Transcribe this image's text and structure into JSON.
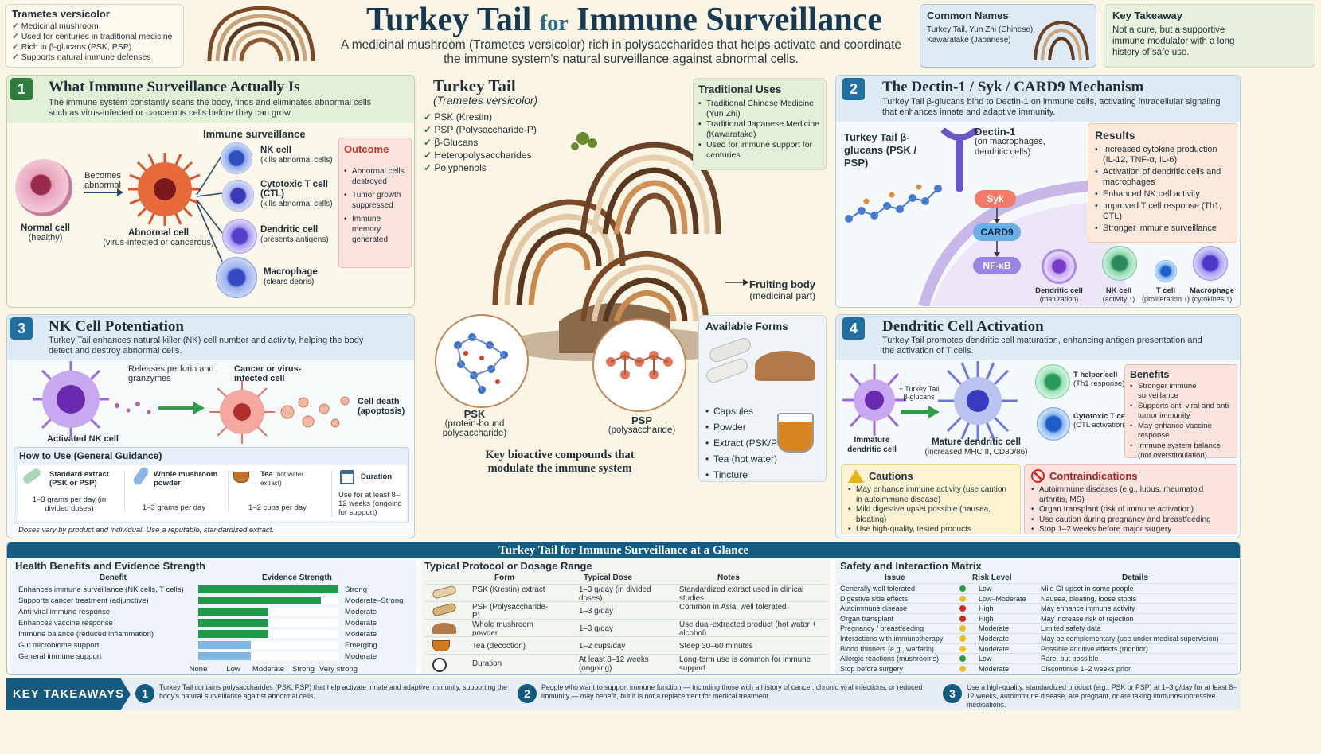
{
  "header": {
    "title_a": "Turkey Tail",
    "title_for": "for",
    "title_b": "Immune Surveillance",
    "subtitle_1": "A medicinal mushroom (Trametes versicolor) rich in polysaccharides that helps activate and coordinate",
    "subtitle_2": "the immune system's natural surveillance against abnormal cells."
  },
  "intro_card": {
    "title": "Trametes versicolor",
    "items": [
      "Medicinal mushroom",
      "Used for centuries in traditional medicine",
      "Rich in β-glucans (PSK, PSP)",
      "Supports natural immune defenses"
    ]
  },
  "common_names": {
    "title": "Common Names",
    "lines": [
      "Turkey Tail, Yun Zhi (Chinese),",
      "Kawaratake (Japanese)"
    ]
  },
  "key_takeaway_card": {
    "title": "Key Takeaway",
    "text": "Not a cure, but a supportive immune modulator with a long history of safe use."
  },
  "section1": {
    "num": "1",
    "title": "What Immune Surveillance Actually Is",
    "desc": "The immune system constantly scans the body, finds and eliminates abnormal cells such as virus-infected or cancerous cells before they can grow.",
    "surveillance_label": "Immune surveillance",
    "normal_cell": "Normal cell",
    "normal_sub": "(healthy)",
    "becomes": "Becomes abnormal",
    "abnormal_cell": "Abnormal cell",
    "abnormal_sub": "(virus-infected or cancerous)",
    "cells": [
      {
        "name": "NK cell",
        "sub": "(kills abnormal cells)"
      },
      {
        "name": "Cytotoxic T cell (CTL)",
        "sub": "(kills abnormal cells)"
      },
      {
        "name": "Dendritic cell",
        "sub": "(presents antigens)"
      },
      {
        "name": "Macrophage",
        "sub": "(clears debris)"
      }
    ],
    "outcome_title": "Outcome",
    "outcomes": [
      "Abnormal cells destroyed",
      "Tumor growth suppressed",
      "Immune memory generated"
    ]
  },
  "center": {
    "title": "Turkey Tail",
    "latin": "(Trametes versicolor)",
    "compounds": [
      "PSK (Krestin)",
      "PSP (Polysaccharide-P)",
      "β-Glucans",
      "Heteropolysaccharides",
      "Polyphenols"
    ],
    "trad_title": "Traditional Uses",
    "trad_items": [
      "Traditional Chinese Medicine (Yun Zhi)",
      "Traditional Japanese Medicine (Kawaratake)",
      "Used for immune support for centuries"
    ],
    "fruiting": "Fruiting body",
    "fruiting_sub": "(medicinal part)",
    "psk": "PSK",
    "psk_sub": "(protein-bound polysaccharide)",
    "psp": "PSP",
    "psp_sub": "(polysaccharide)",
    "caption": "Key bioactive compounds that modulate the immune system",
    "forms_title": "Available Forms",
    "forms": [
      "Capsules",
      "Powder",
      "Extract (PSK/PSP)",
      "Tea (hot water)",
      "Tincture"
    ]
  },
  "section2": {
    "num": "2",
    "title": "The Dectin-1 / Syk / CARD9 Mechanism",
    "desc": "Turkey Tail β-glucans bind to Dectin-1 on immune cells, activating intracellular signaling that enhances innate and adaptive immunity.",
    "ligand": "Turkey Tail β-glucans (PSK / PSP)",
    "receptor": "Dectin-1",
    "receptor_sub": "(on macrophages, dendritic cells)",
    "syk": "Syk",
    "card9": "CARD9",
    "nfkb": "NF-κB",
    "results_title": "Results",
    "results": [
      "Increased cytokine production (IL-12, TNF-α, IL-6)",
      "Activation of dendritic cells and macrophages",
      "Enhanced NK cell activity",
      "Improved T cell response (Th1, CTL)",
      "Stronger immune surveillance"
    ],
    "outputs": [
      {
        "name": "Dendritic cell",
        "sub": "(maturation)"
      },
      {
        "name": "NK cell",
        "sub": "(activity ↑)"
      },
      {
        "name": "T cell",
        "sub": "(proliferation ↑)"
      },
      {
        "name": "Macrophage",
        "sub": "(cytokines ↑)"
      }
    ]
  },
  "section3": {
    "num": "3",
    "title": "NK Cell Potentiation",
    "desc": "Turkey Tail enhances natural killer (NK) cell number and activity, helping the body detect and destroy abnormal cells.",
    "releases": "Releases perforin and granzymes",
    "target": "Cancer or virus-infected cell",
    "death": "Cell death (apoptosis)",
    "nk": "Activated NK cell",
    "howto_title": "How to Use (General Guidance)",
    "howto": [
      {
        "title": "Standard extract (PSK or PSP)",
        "text": "1–3 grams per day (in divided doses)"
      },
      {
        "title": "Whole mushroom powder",
        "text": "1–3 grams per day"
      },
      {
        "title": "Tea",
        "title_sub": "(hot water extract)",
        "text": "1–2 cups per day"
      },
      {
        "title": "Duration",
        "text": "Use for at least 8–12 weeks (ongoing for support)"
      }
    ],
    "note": "Doses vary by product and individual. Use a reputable, standardized extract."
  },
  "section4": {
    "num": "4",
    "title": "Dendritic Cell Activation",
    "desc": "Turkey Tail promotes dendritic cell maturation, enhancing antigen presentation and the activation of T cells.",
    "immature": "Immature dendritic cell",
    "plus": "+ Turkey Tail β-glucans",
    "mature": "Mature dendritic cell",
    "mature_sub": "(increased MHC II, CD80/86)",
    "th": "T helper cell",
    "th_sub": "(Th1 response)",
    "ctl": "Cytotoxic T cell",
    "ctl_sub": "(CTL activation)",
    "benefits_title": "Benefits",
    "benefits": [
      "Stronger immune surveillance",
      "Supports anti-viral and anti-tumor immunity",
      "May enhance vaccine response",
      "Immune system balance (not overstimulation)"
    ],
    "cautions_title": "Cautions",
    "cautions": [
      "May enhance immune activity (use caution in autoimmune disease)",
      "Mild digestive upset possible (nausea, bloating)",
      "Use high-quality, tested products"
    ],
    "contra_title": "Contraindications",
    "contra": [
      "Autoimmune diseases (e.g., lupus, rheumatoid arthritis, MS)",
      "Organ transplant (risk of immune activation)",
      "Use caution during pregnancy and breastfeeding",
      "Stop 1–2 weeks before major surgery"
    ]
  },
  "glance": {
    "title": "Turkey Tail for Immune Surveillance at a Glance",
    "benefits_title": "Health Benefits and Evidence Strength",
    "col_benefit": "Benefit",
    "col_strength": "Evidence Strength",
    "axis": [
      "None",
      "Low",
      "Moderate",
      "Strong",
      "Very strong"
    ],
    "protocol_title": "Typical Protocol or Dosage Range",
    "protocol_cols": [
      "Form",
      "Typical Dose",
      "Notes"
    ],
    "protocol": [
      {
        "form": "PSK (Krestin) extract",
        "dose": "1–3 g/day (in divided doses)",
        "notes": "Standardized extract used in clinical studies"
      },
      {
        "form": "PSP (Polysaccharide-P)",
        "dose": "1–3 g/day",
        "notes": "Common in Asia, well tolerated"
      },
      {
        "form": "Whole mushroom powder",
        "dose": "1–3 g/day",
        "notes": "Use dual-extracted product (hot water + alcohol)"
      },
      {
        "form": "Tea (decoction)",
        "dose": "1–2 cups/day",
        "notes": "Steep 30–60 minutes"
      },
      {
        "form": "Duration",
        "dose": "At least 8–12 weeks (ongoing)",
        "notes": "Long-term use is common for immune support"
      }
    ],
    "safety_title": "Safety and Interaction Matrix",
    "safety_cols": [
      "Issue",
      "Risk Level",
      "Details"
    ],
    "safety": [
      {
        "issue": "Generally well tolerated",
        "level": "Low",
        "color": "#2e9e3e",
        "details": "Mild GI upset in some people"
      },
      {
        "issue": "Digestive side effects",
        "level": "Low–Moderate",
        "color": "#e8c21a",
        "details": "Nausea, bloating, loose stools"
      },
      {
        "issue": "Autoimmune disease",
        "level": "High",
        "color": "#d42424",
        "details": "May enhance immune activity"
      },
      {
        "issue": "Organ transplant",
        "level": "High",
        "color": "#d42424",
        "details": "May increase risk of rejection"
      },
      {
        "issue": "Pregnancy / breastfeeding",
        "level": "Moderate",
        "color": "#e8c21a",
        "details": "Limited safety data"
      },
      {
        "issue": "Interactions with immunotherapy",
        "level": "Moderate",
        "color": "#e8c21a",
        "details": "May be complementary (use under medical supervision)"
      },
      {
        "issue": "Blood thinners (e.g., warfarin)",
        "level": "Moderate",
        "color": "#e8c21a",
        "details": "Possible additive effects (monitor)"
      },
      {
        "issue": "Allergic reactions (mushrooms)",
        "level": "Low",
        "color": "#2e9e3e",
        "details": "Rare, but possible"
      },
      {
        "issue": "Stop before surgery",
        "level": "Moderate",
        "color": "#e8c21a",
        "details": "Discontinue 1–2 weeks prior"
      }
    ]
  },
  "chart_data": {
    "type": "bar",
    "title": "Health Benefits and Evidence Strength",
    "categories": [
      "Enhances immune surveillance (NK cells, T cells)",
      "Supports cancer treatment (adjunctive)",
      "Anti-viral immune response",
      "Enhances vaccine response",
      "Immune balance (reduced inflammation)",
      "Gut microbiome support",
      "General immune support"
    ],
    "values": [
      4,
      3.5,
      2,
      2,
      2,
      1.5,
      1.5
    ],
    "labels": [
      "Strong",
      "Moderate–Strong",
      "Moderate",
      "Moderate",
      "Moderate",
      "Emerging",
      "Moderate"
    ],
    "colors": [
      "#1f9a4c",
      "#1f9a4c",
      "#1f9a4c",
      "#1f9a4c",
      "#1f9a4c",
      "#7fb7e0",
      "#7fb7e0"
    ],
    "ylabel": "Evidence Strength",
    "xlim": [
      0,
      4
    ],
    "axis_ticks": [
      "None",
      "Low",
      "Moderate",
      "Strong",
      "Very strong"
    ]
  },
  "footer": {
    "label": "KEY TAKEAWAYS",
    "items": [
      {
        "n": "1",
        "text": "Turkey Tail contains polysaccharides (PSK, PSP) that help activate innate and adaptive immunity, supporting the body's natural surveillance against abnormal cells."
      },
      {
        "n": "2",
        "text": "People who want to support immune function — including those with a history of cancer, chronic viral infections, or reduced immunity — may benefit, but it is not a replacement for medical treatment."
      },
      {
        "n": "3",
        "text": "Use a high-quality, standardized product (e.g., PSK or PSP) at 1–3 g/day for at least 8–12 weeks, autoimmune disease, are pregnant, or are taking immunosuppressive medications."
      }
    ]
  }
}
